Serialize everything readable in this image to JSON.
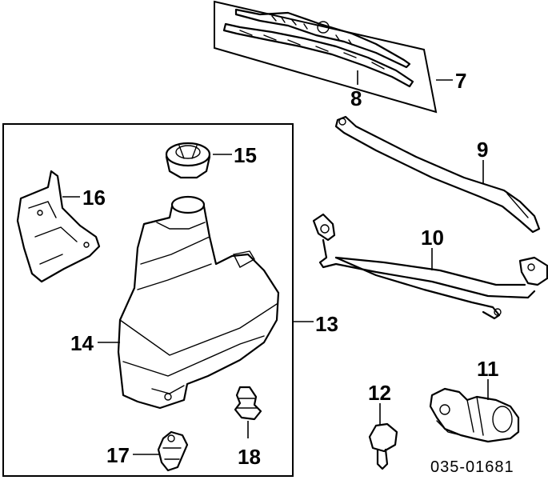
{
  "diagram": {
    "callouts": [
      {
        "id": "c7",
        "label": "7"
      },
      {
        "id": "c8",
        "label": "8"
      },
      {
        "id": "c9",
        "label": "9"
      },
      {
        "id": "c10",
        "label": "10"
      },
      {
        "id": "c11",
        "label": "11"
      },
      {
        "id": "c12",
        "label": "12"
      },
      {
        "id": "c13",
        "label": "13"
      },
      {
        "id": "c14",
        "label": "14"
      },
      {
        "id": "c15",
        "label": "15"
      },
      {
        "id": "c16",
        "label": "16"
      },
      {
        "id": "c17",
        "label": "17"
      },
      {
        "id": "c18",
        "label": "18"
      }
    ],
    "diagram_code": "035-01681"
  }
}
